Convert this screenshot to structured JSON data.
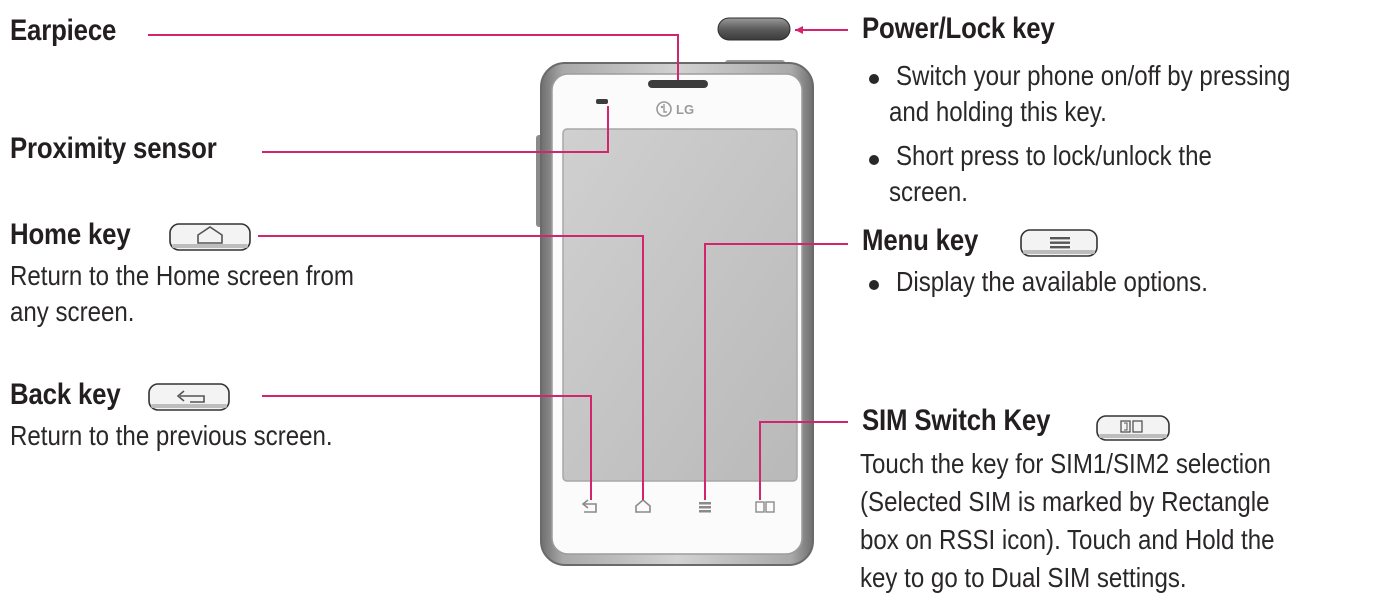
{
  "phone": {
    "brand": "LG"
  },
  "callouts": {
    "earpiece": {
      "title": "Earpiece"
    },
    "proximity": {
      "title": "Proximity sensor"
    },
    "home": {
      "title": "Home key",
      "desc_line1": "Return to the Home screen from",
      "desc_line2": "any screen."
    },
    "back": {
      "title": "Back key",
      "desc_line1": "Return to the previous screen."
    },
    "power": {
      "title": "Power/Lock key",
      "bullet1_line1": "Switch your phone on/off by pressing",
      "bullet1_line2": "and holding this key.",
      "bullet2_line1": "Short press to lock/unlock the",
      "bullet2_line2": "screen."
    },
    "menu": {
      "title": "Menu key",
      "bullet1": "Display the available options."
    },
    "sim": {
      "title": "SIM Switch Key",
      "desc_line1": "Touch the key for SIM1/SIM2 selection",
      "desc_line2": "(Selected SIM is marked by Rectangle",
      "desc_line3": "box on RSSI icon). Touch and Hold the",
      "desc_line4": "key to go to Dual SIM settings."
    }
  },
  "colors": {
    "leader_line": "#d4246e",
    "text": "#231f20",
    "phone_frame": "#8e8e8e",
    "screen": "#c6c6c6"
  },
  "icons": {
    "home": "house-icon",
    "back": "return-arrow-icon",
    "menu": "menu-lines-icon",
    "sim": "sim-switch-icon"
  }
}
